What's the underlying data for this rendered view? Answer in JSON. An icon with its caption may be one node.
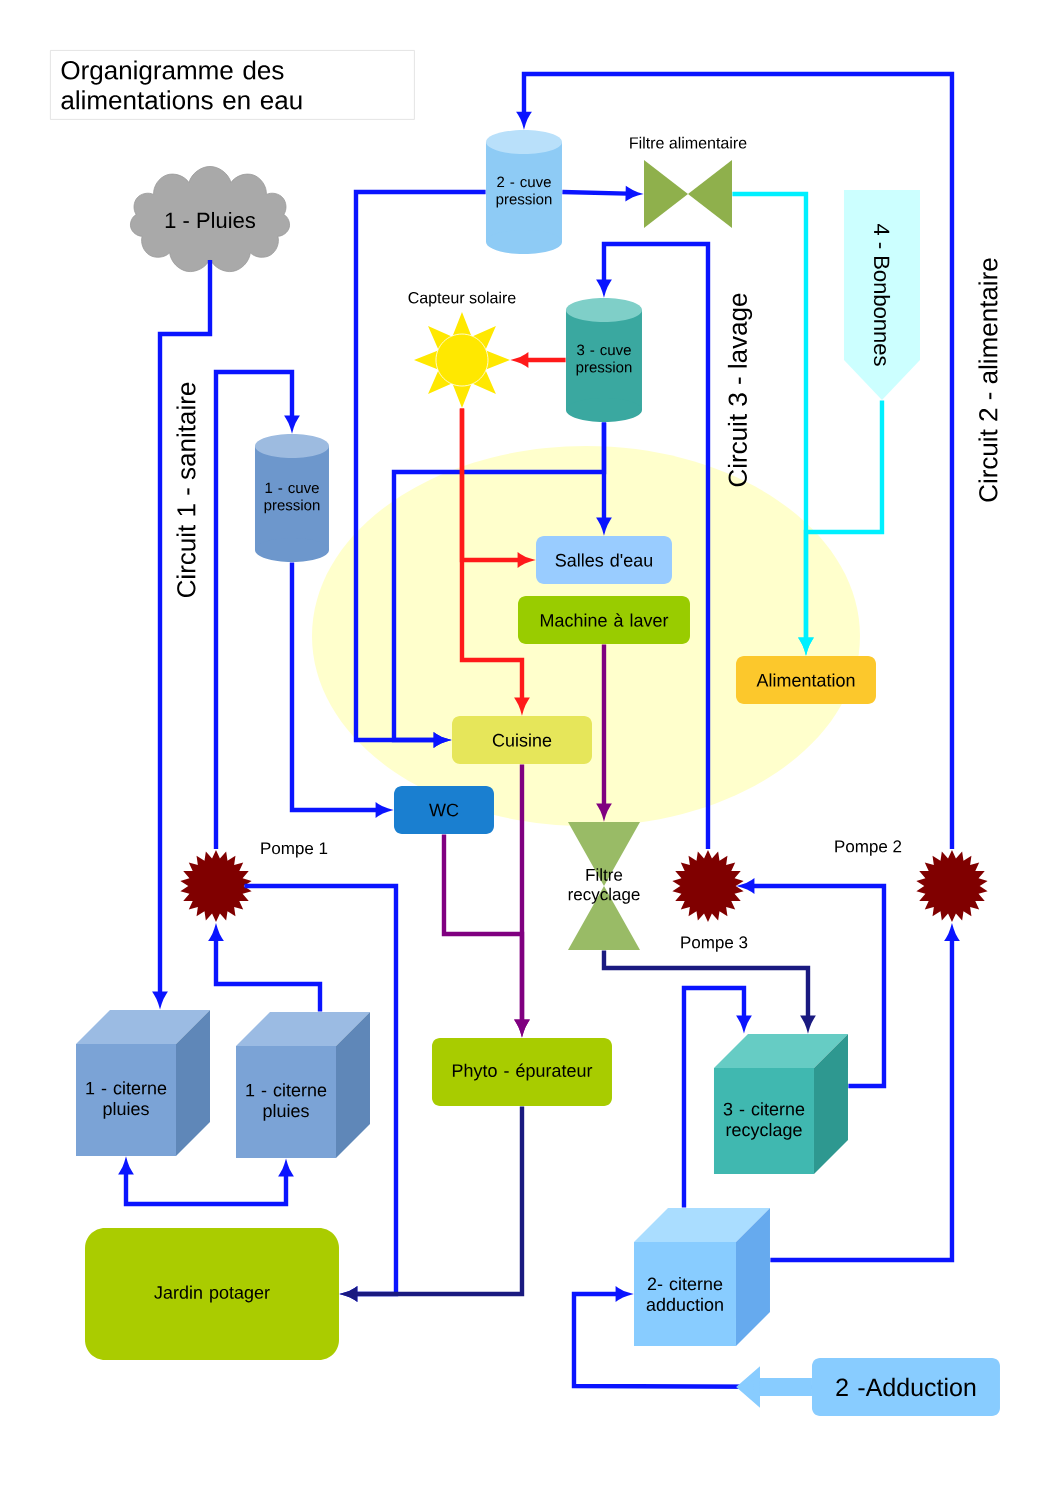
{
  "diagram": {
    "title": "Organigramme des alimentations en eau",
    "nodes": [
      {
        "text": [
          "1 - Pluies"
        ]
      },
      {
        "text": [
          "2 - cuve pression"
        ]
      },
      {
        "text": [
          "Filtre alimentaire"
        ]
      },
      {
        "text": [
          "4 - Bonbonnes"
        ]
      },
      {
        "text": [
          "Capteur solaire"
        ]
      },
      {
        "text": [
          "3 - cuve pression"
        ]
      },
      {
        "text": [
          "1 - cuve pression"
        ]
      },
      {
        "text": [
          "Salles d'eau"
        ]
      },
      {
        "text": [
          "Machine à laver"
        ]
      },
      {
        "text": [
          "Alimentation"
        ]
      },
      {
        "text": [
          "Cuisine"
        ]
      },
      {
        "text": [
          "WC"
        ]
      },
      {
        "text": [
          "Filtre recyclage"
        ]
      },
      {
        "text": [],
        "shape": "star",
        "beside": [
          "Pompe 1"
        ]
      },
      {
        "text": [],
        "shape": "star",
        "beside": [
          "Pompe 3"
        ]
      },
      {
        "text": [],
        "shape": "star",
        "beside": [
          "Pompe 2"
        ]
      },
      {
        "text": [
          "1 - citerne pluies"
        ]
      },
      {
        "text": [
          "1 - citerne pluies"
        ]
      },
      {
        "text": [
          "Phyto - épurateur"
        ]
      },
      {
        "text": [
          "3 - citerne recyclage"
        ]
      },
      {
        "text": [
          "Jardin potager"
        ]
      },
      {
        "text": [
          "2- citerne adduction"
        ]
      },
      {
        "text": [
          "2 -Adduction"
        ]
      }
    ],
    "edges": [
      {
        "from": 0,
        "to": 16,
        "arrow": "to"
      },
      {
        "from": 13,
        "to": 6,
        "arrow": "to"
      },
      {
        "from": 17,
        "to": 13,
        "arrow": "to"
      },
      {
        "from": 16,
        "to": 17,
        "arrow": "both"
      },
      {
        "from": 13,
        "to": 20,
        "arrow": "to"
      },
      {
        "from": 18,
        "to": 20,
        "arrow": "to",
        "color": "#1a1a80"
      },
      {
        "from": 6,
        "to": 11,
        "arrow": "to"
      },
      {
        "from": 11,
        "to": 18,
        "arrow": "to",
        "color": "#800080"
      },
      {
        "from": 10,
        "to": 18,
        "arrow": "to",
        "color": "#800080"
      },
      {
        "from": 8,
        "to": 12,
        "arrow": "to",
        "color": "#800080"
      },
      {
        "from": 12,
        "to": 19,
        "arrow": "to",
        "color": "#1a1a80"
      },
      {
        "from": 19,
        "to": 14,
        "arrow": "to"
      },
      {
        "from": 14,
        "to": 5,
        "arrow": "to"
      },
      {
        "from": 5,
        "to": 7,
        "arrow": "to"
      },
      {
        "from": 5,
        "to": 10,
        "arrow": "to"
      },
      {
        "from": 1,
        "to": 10,
        "arrow": "to"
      },
      {
        "from": 5,
        "to": 4,
        "arrow": "to",
        "color": "#ff1a1a"
      },
      {
        "from": 4,
        "to": 7,
        "arrow": "to",
        "color": "#ff1a1a"
      },
      {
        "from": 4,
        "to": 10,
        "arrow": "to",
        "color": "#ff1a1a"
      },
      {
        "from": 1,
        "to": 2,
        "arrow": "to"
      },
      {
        "from": 2,
        "to": 9,
        "arrow": "to",
        "color": "#00f0ff"
      },
      {
        "from": 3,
        "to": 9,
        "arrow": "to",
        "color": "#00f0ff"
      },
      {
        "from": 15,
        "to": 1,
        "arrow": "to"
      },
      {
        "from": 21,
        "to": 15,
        "arrow": "to"
      },
      {
        "from": 21,
        "to": 19,
        "arrow": "to"
      },
      {
        "from": 22,
        "to": 21,
        "arrow": "to"
      }
    ],
    "labels": [
      "Circuit 1 - sanitaire",
      "Circuit 3 - lavage",
      "Circuit 2 - alimentaire"
    ]
  }
}
